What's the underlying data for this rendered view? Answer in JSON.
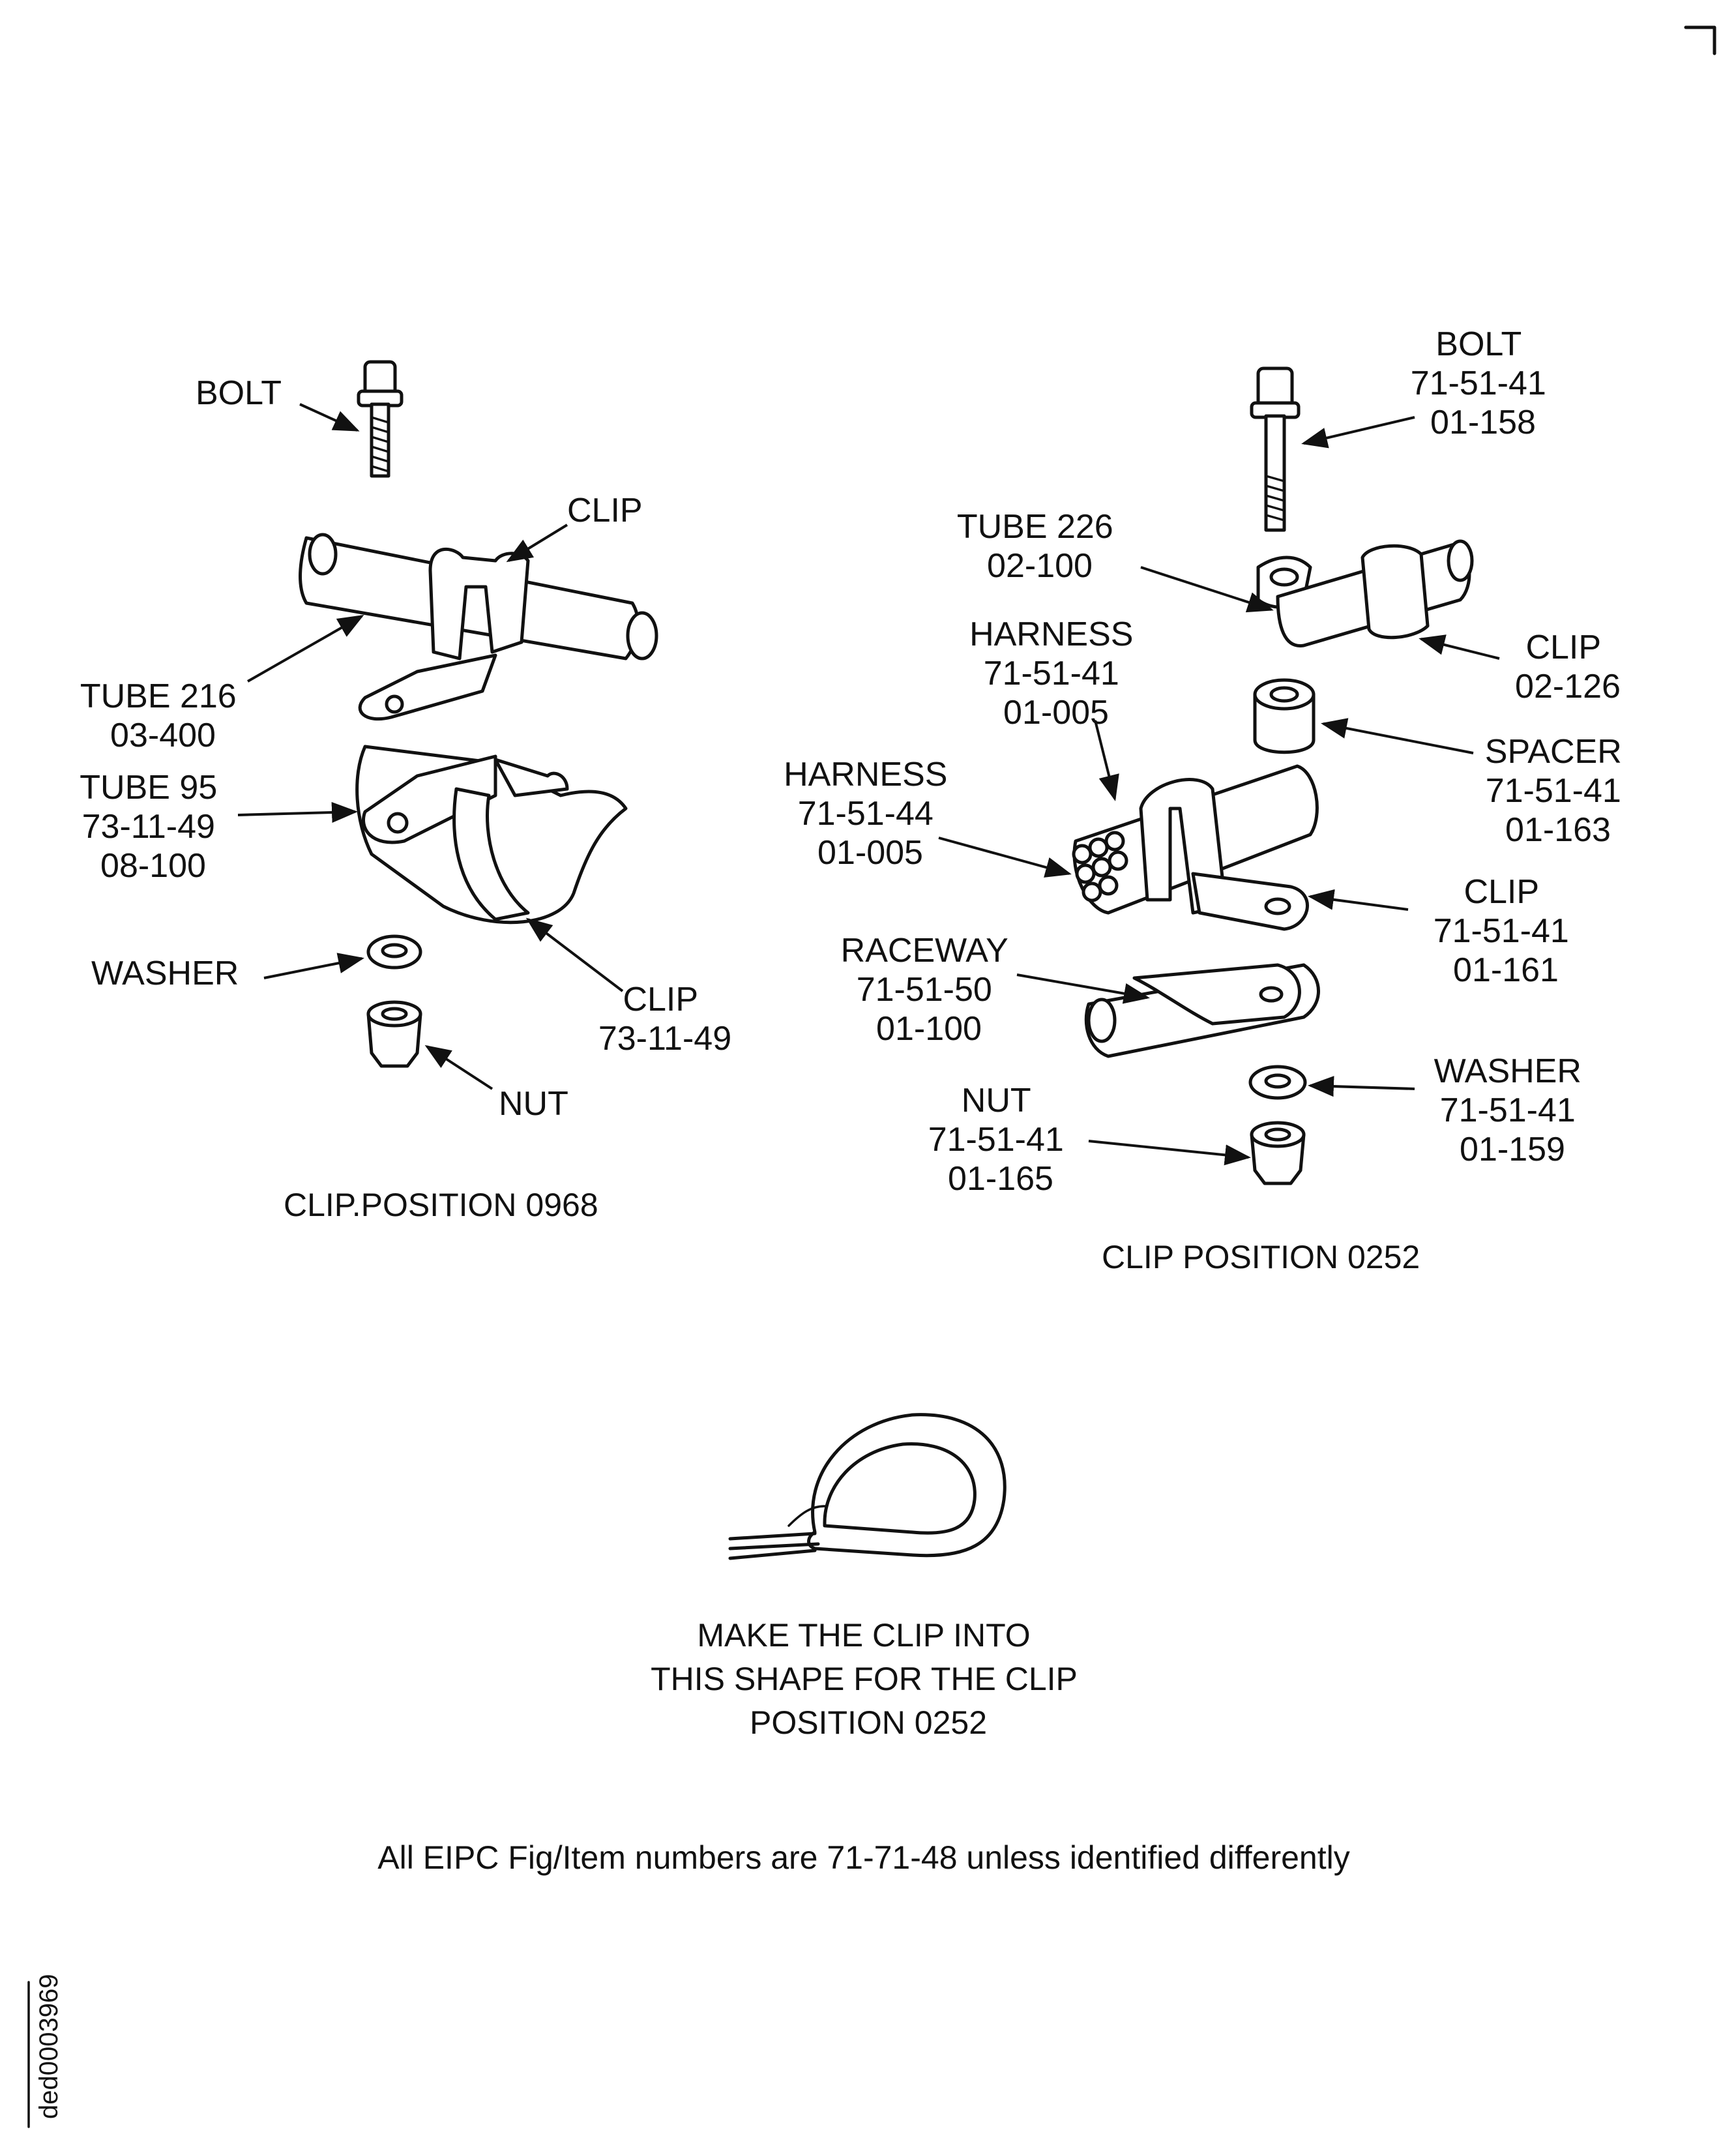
{
  "left_assembly": {
    "bolt": "BOLT",
    "clip_top": "CLIP",
    "tube216": [
      "TUBE 216",
      "03-400"
    ],
    "tube95": [
      "TUBE 95",
      "73-11-49",
      "08-100"
    ],
    "washer": "WASHER",
    "clip_bottom": [
      "CLIP",
      "73-11-49"
    ],
    "nut": "NUT",
    "caption": "CLIP.POSITION  0968"
  },
  "right_assembly": {
    "bolt": [
      "BOLT",
      "71-51-41",
      "01-158"
    ],
    "tube226": [
      "TUBE 226",
      "02-100"
    ],
    "clip_top": [
      "CLIP",
      "02-126"
    ],
    "harness_a": [
      "HARNESS",
      "71-51-41",
      "01-005"
    ],
    "spacer": [
      "SPACER",
      "71-51-41",
      "01-163"
    ],
    "harness_b": [
      "HARNESS",
      "71-51-44",
      "01-005"
    ],
    "clip_mid": [
      "CLIP",
      "71-51-41",
      "01-161"
    ],
    "raceway": [
      "RACEWAY",
      "71-51-50",
      "01-100"
    ],
    "washer": [
      "WASHER",
      "71-51-41",
      "01-159"
    ],
    "nut": [
      "NUT",
      "71-51-41",
      "01-165"
    ],
    "caption": "CLIP POSITION  0252"
  },
  "shape_note": [
    "MAKE THE CLIP INTO",
    "THIS SHAPE FOR THE CLIP",
    "POSITION 0252"
  ],
  "footer": "All EIPC Fig/Item numbers are 71-71-48  unless identified differently",
  "image_id": "ded0003969"
}
